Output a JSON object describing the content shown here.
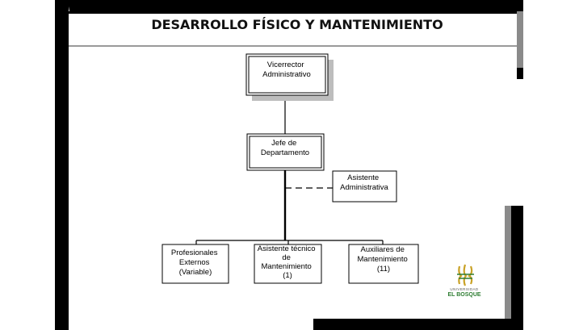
{
  "slide": {
    "title": "DESARROLLO FÍSICO Y MANTENIMIENTO"
  },
  "org_chart": {
    "top": {
      "lines": [
        "Vicerrector",
        "Administrativo"
      ]
    },
    "head": {
      "lines": [
        "Jefe de",
        "Departamento"
      ]
    },
    "staff": {
      "lines": [
        "Asistente",
        "Administrativa"
      ]
    },
    "subordinates": [
      {
        "lines": [
          "Profesionales",
          "Externos",
          "(Variable)"
        ]
      },
      {
        "lines": [
          "Asistente técnico",
          "de",
          "Mantenimiento",
          "(1)"
        ]
      },
      {
        "lines": [
          "Auxiliares de",
          "Mantenimiento",
          "(11)"
        ]
      }
    ]
  },
  "logo": {
    "line1": "UNIVERSIDAD",
    "line2": "EL BOSQUE",
    "colors": {
      "gold": "#C9A227",
      "green": "#2E7D32"
    }
  },
  "colors": {
    "frame": "#000000",
    "frame_shadow": "#8a8a8a",
    "box_shadow": "#bdbdbd"
  }
}
